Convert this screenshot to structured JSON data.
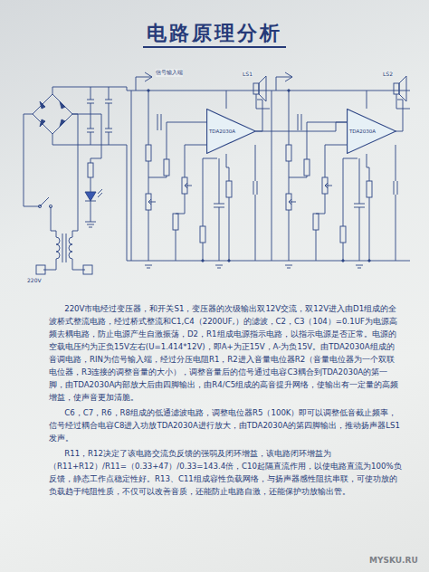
{
  "diagram": {
    "title": "电路原理分析",
    "nodes": [
      {
        "text": [
          "TDA2030A"
        ]
      },
      {
        "text": [
          "TDA2030A"
        ]
      }
    ],
    "edges": [
      {
        "from": 0,
        "to": 1,
        "arrow": "none"
      }
    ],
    "labels": [
      "信号输入端",
      "220V",
      "LS1",
      "LS2",
      "220V市电经过变压器，和开关S1，变压器的次级输出双12V交流，双12V进入由D1组成的全波桥式整流电路，经过桥式整流和C1,C4（2200UF,）的滤波，C2，C3（104）=0.1UF为电源高频去耦电路，防止电源产生自激振荡，D2，R1组成电源指示电路，以指示电源是否正常。电源的空载电压约为正负15V左右(U=1.414*12V)，即A+为正15V，A-为负15V。由TDA2030A组成的音调电路，RIN为信号输入端，经过分压电阻R1，R2进入音量电位器R2（音量电位器为一个双联电位器，R3连接的调整音量的大小），调整音量后的信号通过电容C3耦合到TDA2030A的第一脚，由TDA2030A内部放大后由四脚输出，由R4/C5组成的高音提升网络，使输出有一定量的高频增益，使声音更加清脆。",
      "C6，C7，R6，R8组成的低通滤波电路，调整电位器R5（100K）即可以调整低音截止频率，信号经过耦合电容C8进入功放TDA2030A进行放大，由TDA2030A的第四脚输出，推动扬声器LS1发声。",
      "R11，R12决定了该电路交流负反馈的强弱及闭环增益，该电路闭环增益为（R11+R12）/R11=（0.33+47）/0.33=143.4倍，C10起隔直流作用，以使电路直流为100%负反馈，静态工作点稳定性好。R13、C11组成容性负载网络，与扬声器感性阻抗串联，可使功放的负载趋于纯阻性质，不仅可以改善音质，还能防止电路自激，还能保护功放输出管。",
      "MYSKU.RU"
    ]
  }
}
